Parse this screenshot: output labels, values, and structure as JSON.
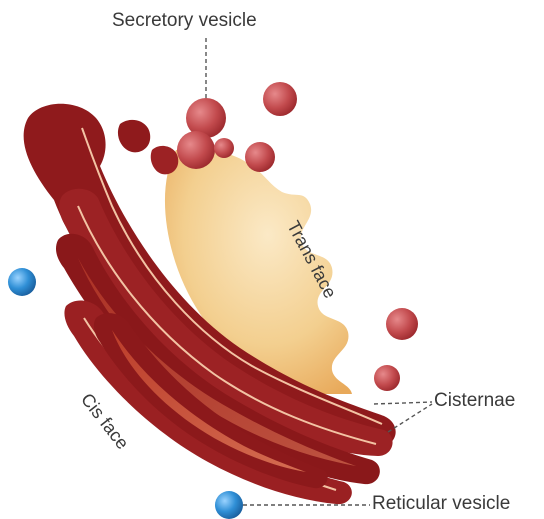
{
  "labels": {
    "secretory_vesicle": "Secretory vesicle",
    "trans_face": "Trans face",
    "cis_face": "Cis face",
    "cisternae": "Cisternae",
    "reticular_vesicle": "Reticular vesicle"
  },
  "colors": {
    "cisterna_dark": "#8f1a1c",
    "cisterna_light": "#d9603f",
    "cisterna_edge": "#f3c3a4",
    "lumen_yellow": "#f2c987",
    "vesicle_red": "#c24a4d",
    "reticular_blue": "#2f8fd6",
    "leader_line": "#555555"
  }
}
